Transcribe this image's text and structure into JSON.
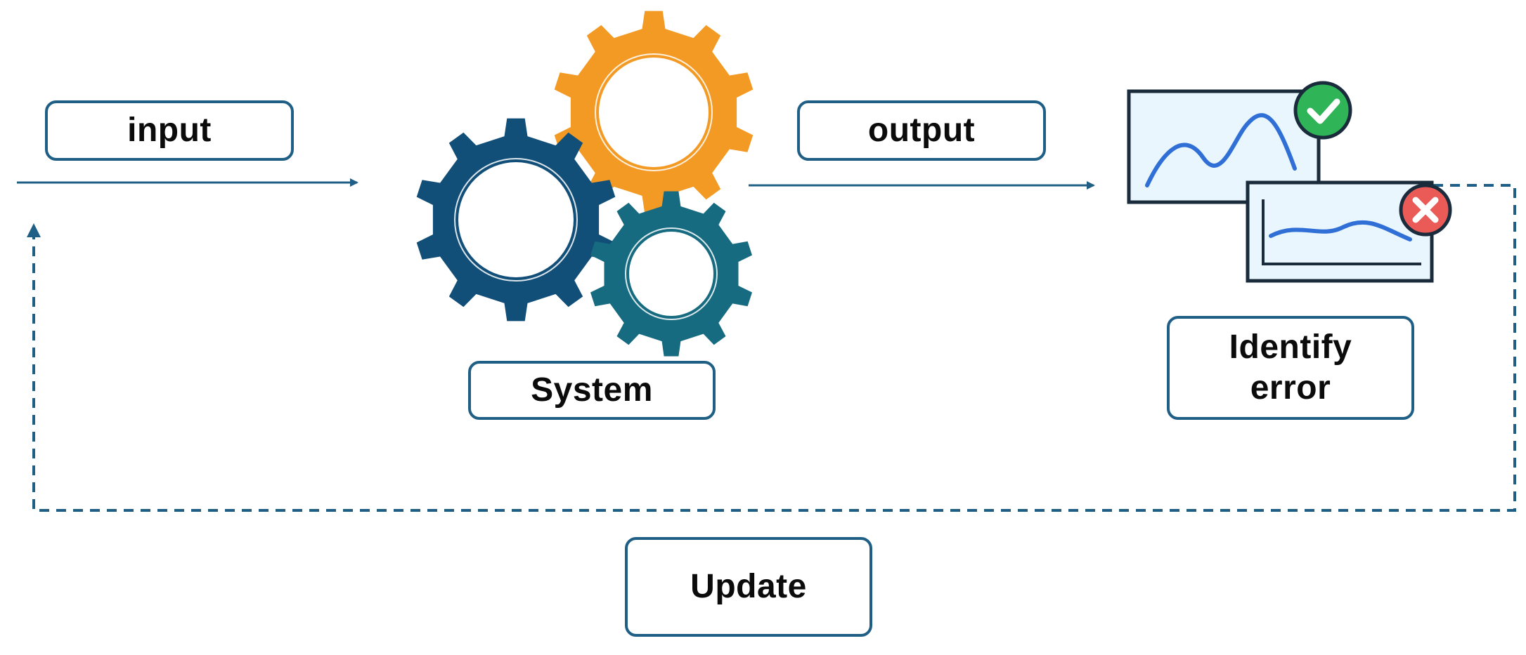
{
  "labels": {
    "input": "input",
    "output": "output",
    "system": "System",
    "identify_error": "Identify\nerror",
    "update": "Update"
  },
  "colors": {
    "flow_line": "#1f5f86",
    "gear_orange": "#f39a24",
    "gear_navy": "#124f78",
    "gear_teal": "#166b80",
    "chart_panel_fill": "#eaf6fd",
    "chart_panel_border": "#1a2b3c",
    "curve_blue": "#2f6fd6",
    "check_badge": "#2fb457",
    "error_badge": "#ea5a57"
  },
  "icons": {
    "gears": "gears-icon",
    "good_chart": "line-chart-icon",
    "bad_chart": "line-chart-icon",
    "check": "check-circle-icon",
    "error": "x-circle-icon"
  }
}
